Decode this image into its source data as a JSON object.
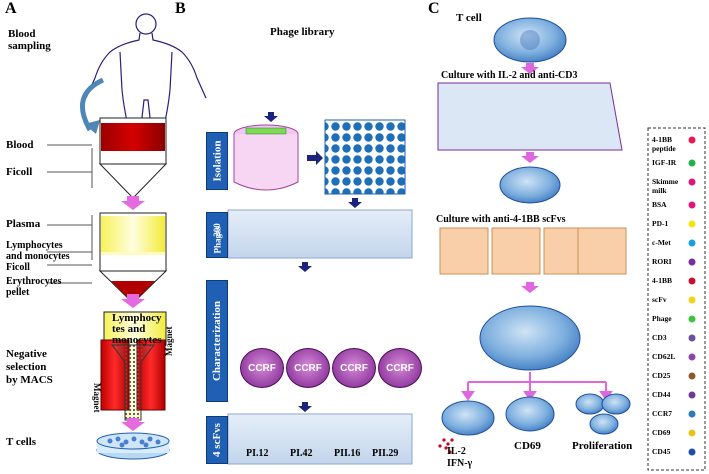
{
  "panels": {
    "a": "A",
    "b": "B",
    "c": "C"
  },
  "panelA": {
    "blood_sampling": [
      "Blood",
      "sampling"
    ],
    "blood": "Blood",
    "ficoll1": "Ficoll",
    "plasma": "Plasma",
    "lympho_mono": [
      "Lymphocytes",
      "and monocytes"
    ],
    "ficoll2": "Ficoll",
    "erythro": [
      "Erythrocytes",
      "pellet"
    ],
    "funnel_text": [
      "Lymphocy",
      "tes and",
      "monocytes"
    ],
    "neg_sel": [
      "Negative",
      "selection",
      "by MACS"
    ],
    "magnet": "Magnet",
    "tcells": "T cells"
  },
  "panelB": {
    "phage_library": "Phage library",
    "isolation": "Isolation",
    "phages200": [
      "200",
      "Phages"
    ],
    "characterization": "Characterization",
    "ccrf": "CCRF",
    "scfvs4": "4 scFvs",
    "clones": [
      "PI.12",
      "PI.42",
      "PII.16",
      "PII.29"
    ]
  },
  "panelC": {
    "tcell": "T cell",
    "culture1": "Culture with IL-2 and anti-CD3",
    "culture2": "Culture with anti-4-1BB scFvs",
    "il2": "IL-2",
    "ifng": "IFN-γ",
    "cd69": "CD69",
    "proliferation": "Proliferation"
  },
  "legend": [
    {
      "label": [
        "4-1BB",
        "peptide"
      ],
      "icon": "crescent-icon",
      "color": "#e8174f"
    },
    {
      "label": [
        "IGF-IR"
      ],
      "icon": "tab-icon",
      "color": "#22b14c"
    },
    {
      "label": [
        "Skimme",
        "milk"
      ],
      "icon": "half-disc-icon",
      "color": "#e0157a"
    },
    {
      "label": [
        "BSA"
      ],
      "icon": "cup-icon",
      "color": "#e0157a"
    },
    {
      "label": [
        "PD-1"
      ],
      "icon": "bowl-icon",
      "color": "#f2e20f"
    },
    {
      "label": [
        "c-Met"
      ],
      "icon": "hook-icon",
      "color": "#1a9fd9"
    },
    {
      "label": [
        "RORI"
      ],
      "icon": "chevron-icon",
      "color": "#7a2b9e"
    },
    {
      "label": [
        "4-1BB"
      ],
      "icon": "receptor-icon",
      "color": "#c8102e"
    },
    {
      "label": [
        "scFv"
      ],
      "icon": "scfv-icon",
      "color": "#f5d216"
    },
    {
      "label": [
        "Phage"
      ],
      "icon": "phage-icon",
      "color": "#3ec43e"
    },
    {
      "label": [
        "CD3"
      ],
      "icon": "cd3-icon",
      "color": "#6b4fa0"
    },
    {
      "label": [
        "CD62L"
      ],
      "icon": "cd62l-icon",
      "color": "#8e44ad"
    },
    {
      "label": [
        "CD25"
      ],
      "icon": "cd25-icon",
      "color": "#8b5a2b"
    },
    {
      "label": [
        "CD44"
      ],
      "icon": "cd44-icon",
      "color": "#6a3d9a"
    },
    {
      "label": [
        "CCR7"
      ],
      "icon": "ccr7-icon",
      "color": "#2c7bb6"
    },
    {
      "label": [
        "CD69"
      ],
      "icon": "cd69-icon",
      "color": "#e6c319"
    },
    {
      "label": [
        "CD45"
      ],
      "icon": "cd45-icon",
      "color": "#1f4e9e"
    }
  ]
}
